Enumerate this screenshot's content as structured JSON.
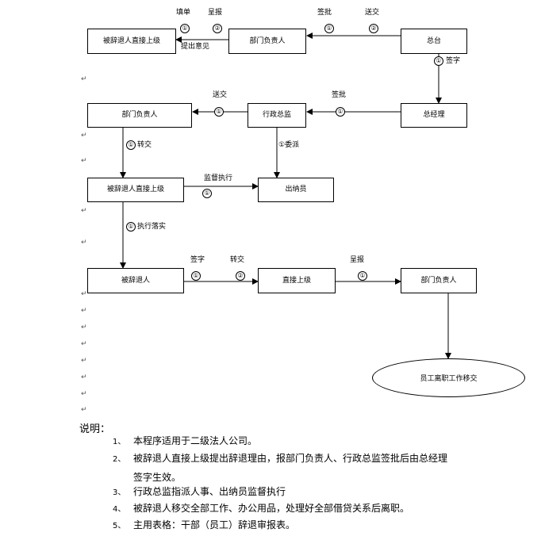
{
  "flow": {
    "row1": {
      "box_target": "被辞退人直接上级",
      "box_dept": "部门负责人",
      "box_hq": "总台",
      "lbl_fill": "填单",
      "lbl_report": "呈报",
      "lbl_sign": "签批",
      "lbl_send": "送交",
      "lbl_propose": "提出意见",
      "lbl_sign_down": "签字"
    },
    "row2": {
      "box_dept": "部门负责人",
      "box_admin": "行政总监",
      "box_gm": "总经理",
      "lbl_send": "送交",
      "lbl_sign": "签批",
      "lbl_transfer": "转交",
      "lbl_assign": "①委派"
    },
    "row3": {
      "box_target": "被辞退人直接上级",
      "box_cashier": "出纳员",
      "lbl_supervise": "监督执行"
    },
    "lbl_execute": "执行落实",
    "row4": {
      "box_person": "被辞退人",
      "box_direct": "直接上级",
      "box_dept": "部门负责人",
      "lbl_sign": "签字",
      "lbl_transfer": "转交",
      "lbl_report": "呈报"
    },
    "ellipse": "员工离职工作移交",
    "circle1": "①",
    "circle2": "②"
  },
  "notes": {
    "title": "说明：",
    "items": [
      {
        "num": "1、",
        "text": "本程序适用于二级法人公司。"
      },
      {
        "num": "2、",
        "text": "被辞退人直接上级提出辞退理由，报部门负责人、行政总监签批后由总经理"
      },
      {
        "num": "3、",
        "text": "行政总监指派人事、出纳员监督执行"
      },
      {
        "num": "4、",
        "text": "被辞退人移交全部工作、办公用品，处理好全部借贷关系后离职。"
      },
      {
        "num": "5、",
        "text": "主用表格：干部（员工）辞退审报表。"
      }
    ],
    "item2_cont": "签字生效。"
  }
}
